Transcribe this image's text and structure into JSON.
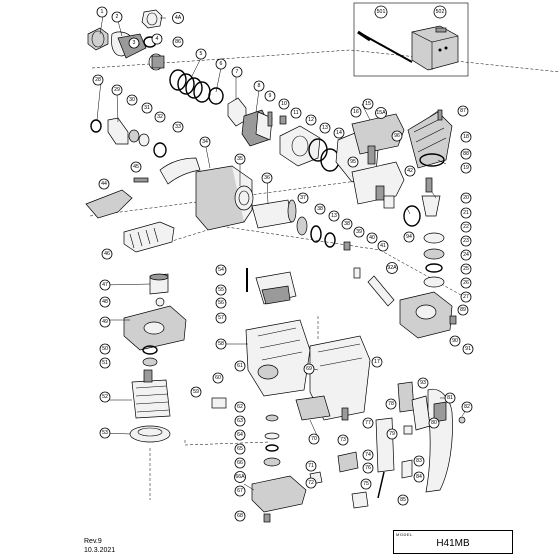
{
  "footer": {
    "revision": "Rev.9",
    "date": "10.3.2021",
    "model_label": "MODEL",
    "model_value": "H41MB"
  },
  "callouts": [
    "1",
    "2",
    "3",
    "4",
    "4A",
    "5",
    "6",
    "7",
    "8",
    "9",
    "10",
    "11",
    "12",
    "13",
    "14",
    "15",
    "15A",
    "16",
    "17",
    "18",
    "19",
    "20",
    "21",
    "22",
    "23",
    "24",
    "25",
    "26",
    "27",
    "28",
    "29",
    "30",
    "31",
    "32",
    "33",
    "34",
    "35",
    "36",
    "37",
    "38",
    "39",
    "40",
    "41",
    "42",
    "44",
    "45",
    "46",
    "47",
    "48",
    "49",
    "50",
    "51",
    "52",
    "53",
    "54",
    "55",
    "56",
    "57",
    "58",
    "59",
    "60",
    "61",
    "62",
    "63",
    "64",
    "65",
    "66",
    "66A",
    "67",
    "68",
    "69",
    "70",
    "71",
    "72",
    "73",
    "74",
    "75",
    "76",
    "77",
    "78",
    "79",
    "80",
    "81",
    "82",
    "83",
    "84",
    "85",
    "86",
    "87",
    "88",
    "89",
    "90",
    "91",
    "92A",
    "93",
    "94",
    "95",
    "96",
    "501",
    "502"
  ]
}
